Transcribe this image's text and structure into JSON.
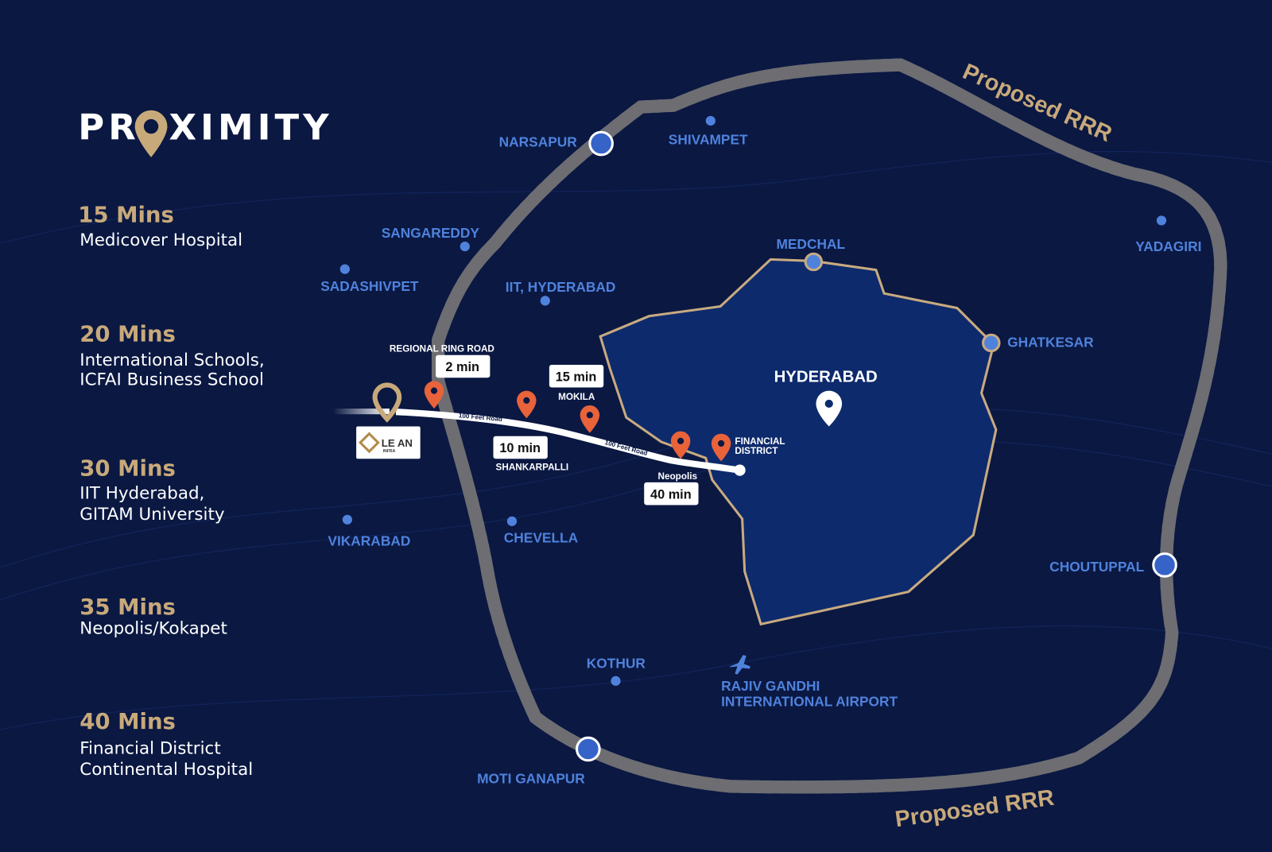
{
  "header": {
    "title_left": "PR",
    "title_right": "XIMITY"
  },
  "proximity_list": [
    {
      "mins": "15 Mins",
      "places": [
        "Medicover Hospital"
      ]
    },
    {
      "mins": "20 Mins",
      "places": [
        "International Schools,",
        "ICFAI Business School"
      ]
    },
    {
      "mins": "30 Mins",
      "places": [
        "IIT Hyderabad,",
        "GITAM University"
      ]
    },
    {
      "mins": "35 Mins",
      "places": [
        "Neopolis/Kokapet"
      ]
    },
    {
      "mins": "40 Mins",
      "places": [
        "Financial District",
        "Continental Hospital"
      ]
    }
  ],
  "towns": {
    "narsapur": "NARSAPUR",
    "shivampet": "SHIVAMPET",
    "sangareddy": "SANGAREDDY",
    "sadashivpet": "SADASHIVPET",
    "iit": "IIT, HYDERABAD",
    "medchal": "MEDCHAL",
    "yadagiri": "YADAGIRI",
    "ghatkesar": "GHATKESAR",
    "vikarabad": "VIKARABAD",
    "chevella": "CHEVELLA",
    "choutuppal": "CHOUTUPPAL",
    "kothur": "KOTHUR",
    "airport_1": "RAJIV GANDHI",
    "airport_2": "INTERNATIONAL AIRPORT",
    "moti": "MOTI GANAPUR"
  },
  "city": "HYDERABAD",
  "ring_road": {
    "label_top": "Proposed RRR",
    "label_bottom": "Proposed RRR"
  },
  "route": {
    "road_label": "100 Feet Road",
    "stops": [
      {
        "name": "REGIONAL RING ROAD",
        "time": "2 min"
      },
      {
        "name": "SHANKARPALLI",
        "time": "10 min"
      },
      {
        "name": "MOKILA",
        "time": "15 min"
      },
      {
        "name": "Neopolis",
        "time": "40 min"
      },
      {
        "name_1": "FINANCIAL",
        "name_2": "DISTRICT"
      }
    ]
  },
  "logo": {
    "text": "LE AN",
    "sub": "INFRA"
  },
  "colors": {
    "background": "#0a1842",
    "city": "#0d2a6c",
    "gold": "#c8a97a",
    "town": "#4f82dc",
    "pin": "#e8623a"
  }
}
